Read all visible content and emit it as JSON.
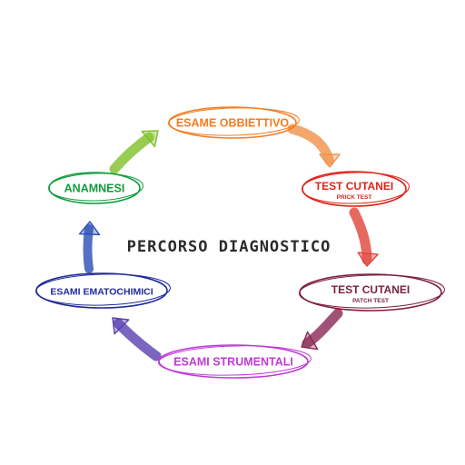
{
  "title": "PERCORSO DIAGNOSTICO",
  "nodes": [
    {
      "label": "ESAME OBBIETTIVO",
      "sublabel": "",
      "color": "#f47c20"
    },
    {
      "label": "TEST CUTANEI",
      "sublabel": "PRICK TEST",
      "color": "#e2231a"
    },
    {
      "label": "TEST CUTANEI",
      "sublabel": "PATCH TEST",
      "color": "#7a1f3d"
    },
    {
      "label": "ESAMI STRUMENTALI",
      "sublabel": "",
      "color": "#c03ad6"
    },
    {
      "label": "ESAMI EMATOCHIMICI",
      "sublabel": "",
      "color": "#1f2a9c"
    },
    {
      "label": "ANAMNESI",
      "sublabel": "",
      "color": "#129c3c"
    }
  ],
  "arrow_colors": [
    "#f0924a",
    "#e0443a",
    "#8a2a55",
    "#5a3fb0",
    "#2b4fb8",
    "#7fbf2a"
  ]
}
